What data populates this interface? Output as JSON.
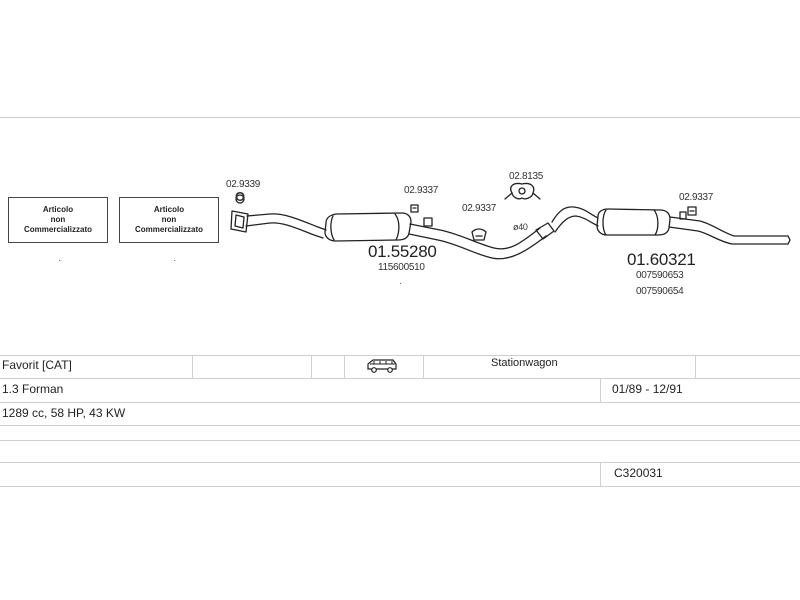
{
  "diagram": {
    "not_sold_boxes": [
      {
        "line1": "Articolo",
        "line2": "non",
        "line3": "Commercializzato"
      },
      {
        "line1": "Articolo",
        "line2": "non",
        "line3": "Commercializzato"
      }
    ],
    "dot_mark": "·",
    "codes": {
      "clamp_front": "02.9339",
      "ring_front": "O",
      "bracket_1": "02.9337",
      "bracket_2": "02.9337",
      "hanger": "02.8135",
      "pipe_size": "ø40",
      "bracket_3": "02.9337"
    },
    "parts": {
      "middle_number": "01.55280",
      "middle_oem": "115600510",
      "rear_number": "01.60321",
      "rear_oem_1": "007590653",
      "rear_oem_2": "007590654"
    }
  },
  "table": {
    "model": "Favorit   [CAT]",
    "body_type": "Stationwagon",
    "engine": "1.3 Forman",
    "years": "01/89 - 12/91",
    "specs": "1289 cc, 58 HP, 43 KW",
    "kit_code": "C320031",
    "vehicle_icon": "station-wagon-icon"
  },
  "colors": {
    "line": "#222222",
    "grid": "#cfcfcf"
  }
}
